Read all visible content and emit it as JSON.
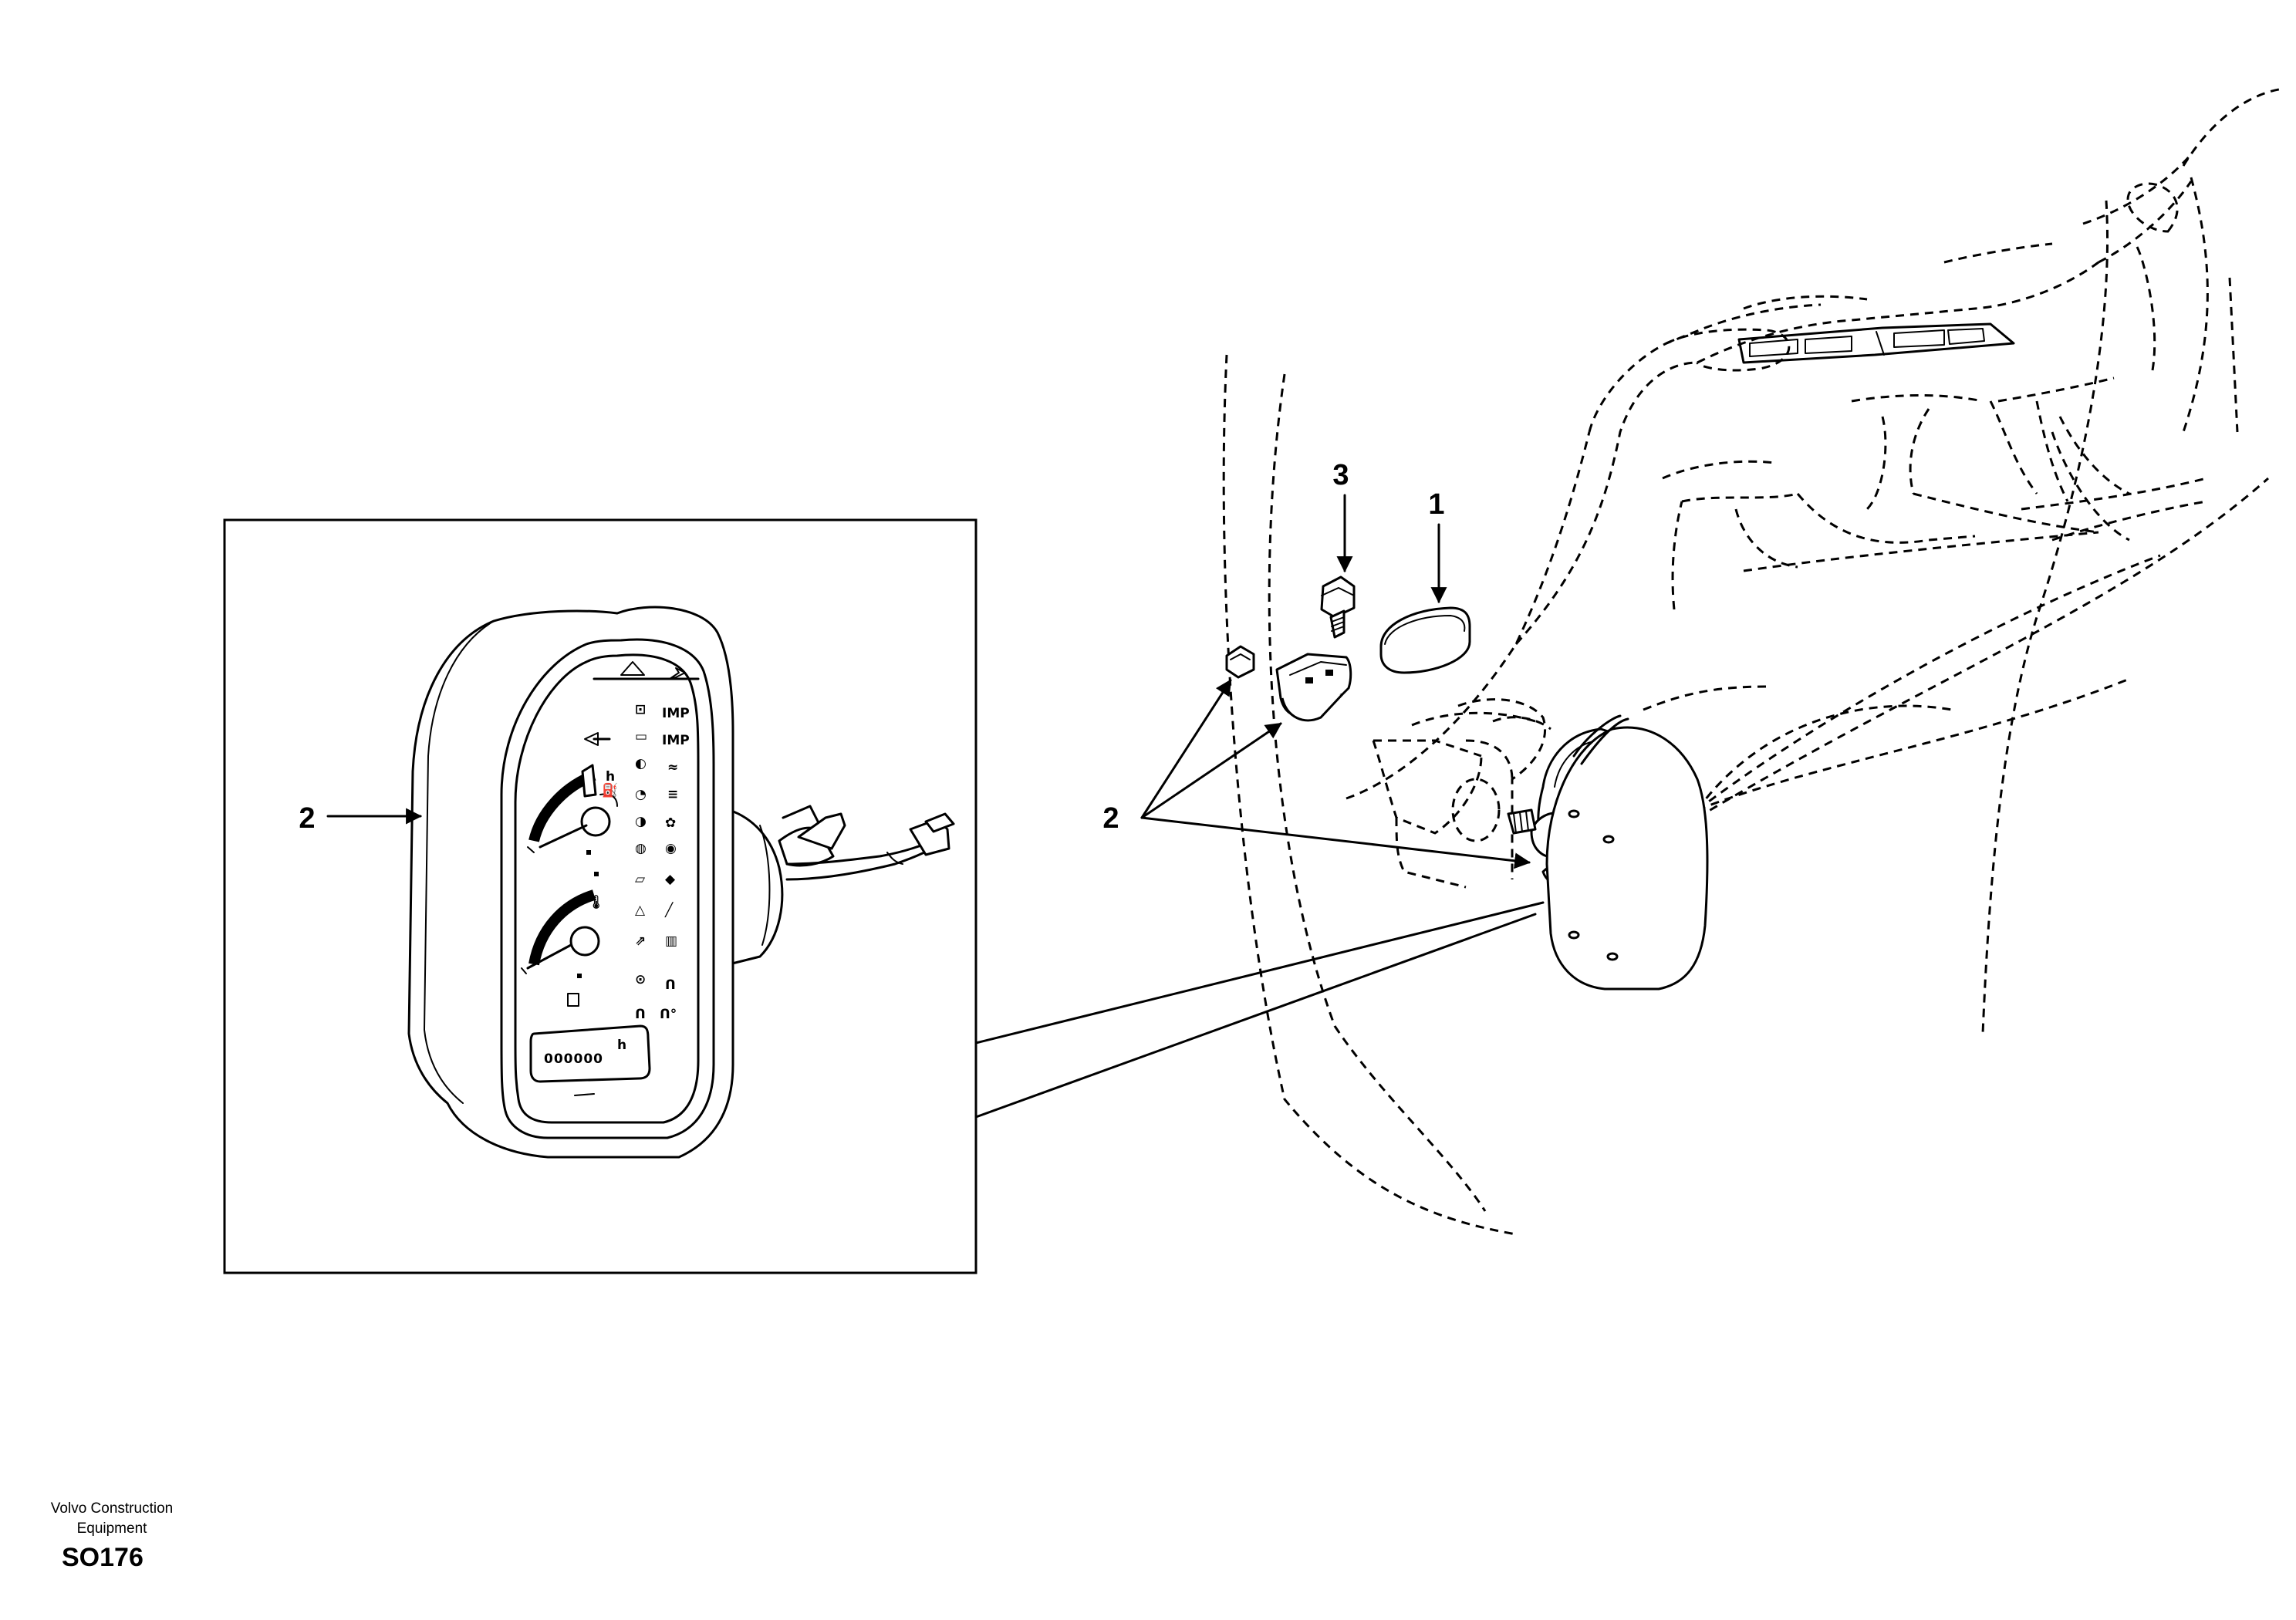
{
  "callouts": {
    "part_1": "1",
    "part_2_detail": "2",
    "part_2_main": "2",
    "part_3": "3"
  },
  "footer": {
    "brand_line1": "Volvo Construction",
    "brand_line2": "Equipment",
    "drawing_code": "SO176"
  },
  "gauge": {
    "hours_unit": "h",
    "odometer_digits": "000000"
  }
}
